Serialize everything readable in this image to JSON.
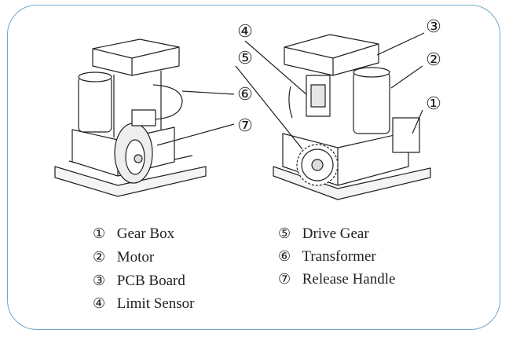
{
  "callouts": [
    {
      "num": "④",
      "part": "Limit Sensor"
    },
    {
      "num": "③",
      "part": "PCB Board"
    },
    {
      "num": "⑤",
      "part": "Drive Gear"
    },
    {
      "num": "②",
      "part": "Motor"
    },
    {
      "num": "⑥",
      "part": "Transformer"
    },
    {
      "num": "①",
      "part": "Gear Box"
    },
    {
      "num": "⑦",
      "part": "Release Handle"
    }
  ],
  "legend": {
    "left": [
      {
        "mark": "①",
        "label": "Gear Box"
      },
      {
        "mark": "②",
        "label": "Motor"
      },
      {
        "mark": "③",
        "label": "PCB Board"
      },
      {
        "mark": "④",
        "label": "Limit Sensor"
      }
    ],
    "right": [
      {
        "mark": "⑤",
        "label": "Drive Gear"
      },
      {
        "mark": "⑥",
        "label": "Transformer"
      },
      {
        "mark": "⑦",
        "label": "Release Handle"
      }
    ]
  },
  "colors": {
    "frame_border": "#6fa6c8",
    "line": "#222222"
  }
}
